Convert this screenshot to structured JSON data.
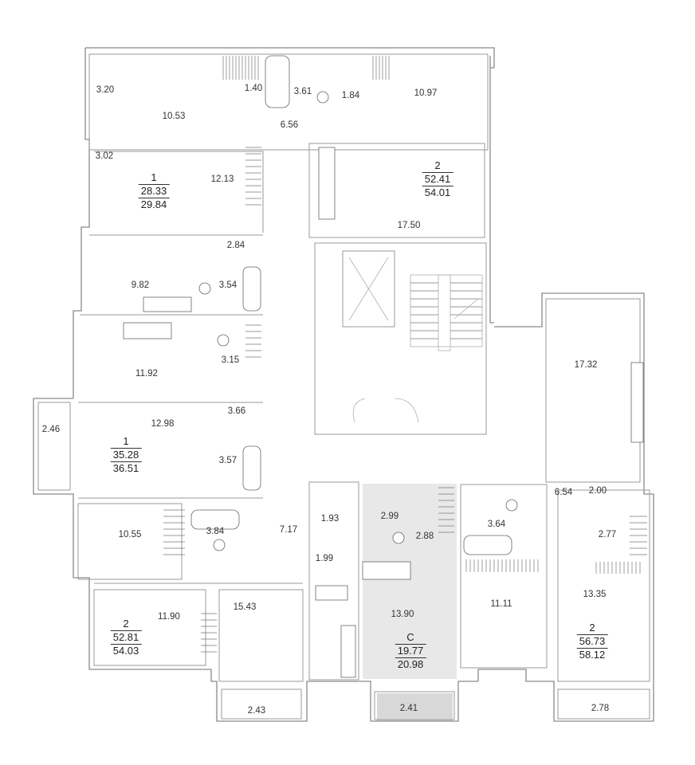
{
  "rooms": [
    "3.20",
    "10.53",
    "1.40",
    "3.61",
    "1.84",
    "10.97",
    "6.56",
    "3.02",
    "12.13",
    "2.84",
    "9.82",
    "3.54",
    "11.92",
    "3.15",
    "3.66",
    "12.98",
    "2.46",
    "3.57",
    "17.50",
    "17.32",
    "6.54",
    "2.00",
    "2.77",
    "10.55",
    "3.84",
    "7.17",
    "1.93",
    "1.99",
    "2.99",
    "2.88",
    "3.64",
    "11.90",
    "15.43",
    "13.90",
    "11.11",
    "13.35",
    "2.43",
    "2.41",
    "2.78"
  ],
  "apartments": [
    {
      "lines": [
        "1",
        "28.33",
        "29.84"
      ]
    },
    {
      "lines": [
        "2",
        "52.41",
        "54.01"
      ]
    },
    {
      "lines": [
        "1",
        "35.28",
        "36.51"
      ]
    },
    {
      "lines": [
        "2",
        "52.81",
        "54.03"
      ]
    },
    {
      "lines": [
        "С",
        "19.77",
        "20.98"
      ]
    },
    {
      "lines": [
        "2",
        "56.73",
        "58.12"
      ]
    }
  ],
  "colors": {
    "wall": "#8a8a8a",
    "highlight": "#e6e6e6"
  }
}
